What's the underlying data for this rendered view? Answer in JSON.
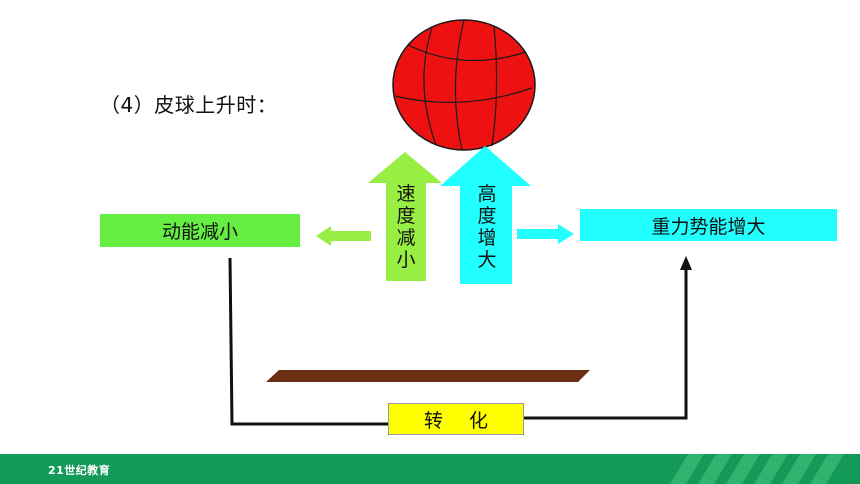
{
  "question": "（4）皮球上升时：",
  "kinetic_box": "动能减小",
  "potential_box": "重力势能增大",
  "speed_arrow": "速度减小",
  "height_arrow": "高度增大",
  "conversion_box": "转 化",
  "logo": {
    "text": "21世纪教育"
  },
  "colors": {
    "ball": "#ee1111",
    "speed_arrow": "#99ee44",
    "height_arrow": "#22ffff",
    "kinetic_box": "#66ee44",
    "potential_box": "#22ffff",
    "conversion_box": "#ffff00",
    "bar": "#6b2e14",
    "footer": "#149a58"
  }
}
